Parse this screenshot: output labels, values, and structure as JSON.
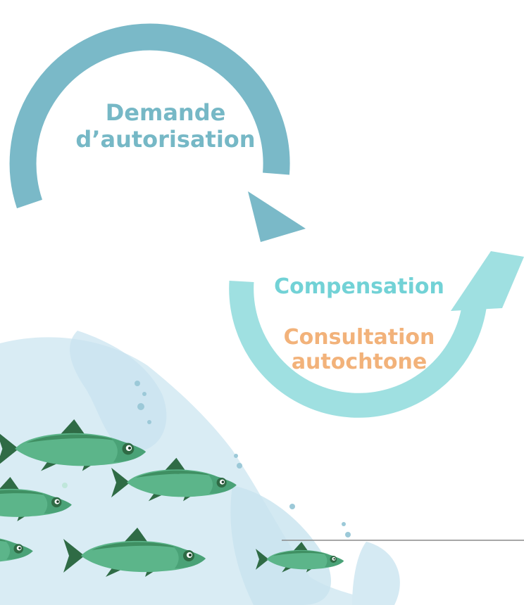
{
  "labels": {
    "authorization_request": "Demande\nd’autorisation",
    "compensation": "Compensation",
    "indigenous_consultation": "Consultation\nautochtone"
  },
  "colors": {
    "upper_arrow": "#7ab9c8",
    "lower_arrow": "#9fe0e1",
    "authorization_text": "#76b8c6",
    "compensation_text": "#72d2d6",
    "consultation_text": "#f2b27a",
    "water_background": "#d9ecf4",
    "salmon_body": "#5cb58a",
    "salmon_fins": "#2f6b45"
  },
  "icons": {
    "upper_arrow": "curved-arrow-icon",
    "lower_arrow": "curved-arrow-icon",
    "fish": "salmon-icon"
  }
}
